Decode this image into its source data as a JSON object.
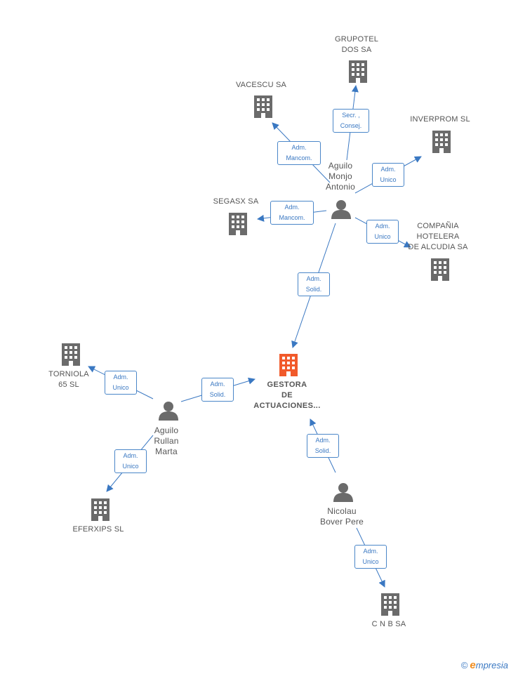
{
  "colors": {
    "edge": "#3a78c2",
    "building": "#6b6b6b",
    "person": "#6b6b6b",
    "main": "#f15a2b"
  },
  "nodes": {
    "main": {
      "lines": [
        "GESTORA",
        "DE",
        "ACTUACIONES..."
      ],
      "icon": "building-icon"
    },
    "grupotel": {
      "lines": [
        "GRUPOTEL",
        "DOS SA"
      ],
      "icon": "building-icon"
    },
    "vacescu": {
      "lines": [
        "VACESCU SA"
      ],
      "icon": "building-icon"
    },
    "inverprom": {
      "lines": [
        "INVERPROM SL"
      ],
      "icon": "building-icon"
    },
    "segasx": {
      "lines": [
        "SEGASX SA"
      ],
      "icon": "building-icon"
    },
    "compania": {
      "lines": [
        "COMPAÑIA",
        "HOTELERA",
        "DE ALCUDIA SA"
      ],
      "icon": "building-icon"
    },
    "torniola": {
      "lines": [
        "TORNIOLA",
        "65 SL"
      ],
      "icon": "building-icon"
    },
    "eferxips": {
      "lines": [
        "EFERXIPS  SL"
      ],
      "icon": "building-icon"
    },
    "cnb": {
      "lines": [
        "C N B SA"
      ],
      "icon": "building-icon"
    },
    "aguilo_monjo": {
      "lines": [
        "Aguilo",
        "Monjo",
        "Antonio"
      ],
      "icon": "person-icon"
    },
    "aguilo_rullan": {
      "lines": [
        "Aguilo",
        "Rullan",
        "Marta"
      ],
      "icon": "person-icon"
    },
    "nicolau": {
      "lines": [
        "Nicolau",
        "Bover Pere"
      ],
      "icon": "person-icon"
    }
  },
  "relations": {
    "r1": [
      "Secr. ,",
      "Consej."
    ],
    "r2": [
      "Adm.",
      "Mancom."
    ],
    "r3": [
      "Adm.",
      "Unico"
    ],
    "r4": [
      "Adm.",
      "Mancom."
    ],
    "r5": [
      "Adm.",
      "Unico"
    ],
    "r6": [
      "Adm.",
      "Solid."
    ],
    "r7": [
      "Adm.",
      "Unico"
    ],
    "r8": [
      "Adm.",
      "Solid."
    ],
    "r9": [
      "Adm.",
      "Unico"
    ],
    "r10": [
      "Adm.",
      "Solid."
    ],
    "r11": [
      "Adm.",
      "Unico"
    ]
  },
  "footer": {
    "copyright": "©",
    "brand_initial": "e",
    "brand_rest": "mpresia"
  }
}
